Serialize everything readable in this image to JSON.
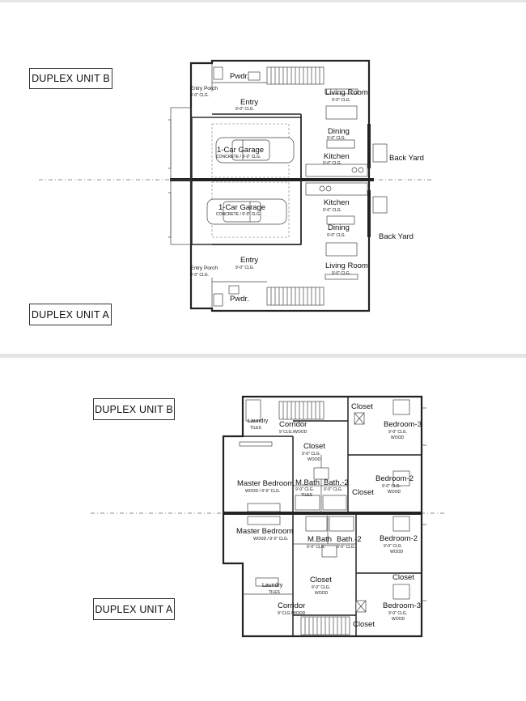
{
  "plan1": {
    "unit_b_label": "DUPLEX UNIT  B",
    "unit_a_label": "DUPLEX UNIT A",
    "unit_b": {
      "pwdr": "Pwdr.",
      "entry_porch": "Entry Porch",
      "entry_porch_clg": "9'-0\" CLG.",
      "entry": "Entry",
      "entry_clg": "9'-0\" CLG.",
      "living_room": "Living Room",
      "living_clg": "9'-0\" CLG.",
      "dining": "Dining",
      "dining_clg": "9'-0\" CLG.",
      "kitchen": "Kitchen",
      "kitchen_clg": "9'-0\" CLG.",
      "garage": "1-Car Garage",
      "garage_clg": "CONCRETE / 9'-0\" CLG.",
      "back_yard": "Back Yard"
    },
    "unit_a": {
      "pwdr": "Pwdr.",
      "entry_porch": "Entry Porch",
      "entry_porch_clg": "9'-0\" CLG.",
      "entry": "Entry",
      "entry_clg": "9'-0\" CLG.",
      "living_room": "Living Room",
      "living_clg": "9'-0\" CLG.",
      "dining": "Dining",
      "dining_clg": "9'-0\" CLG.",
      "kitchen": "Kitchen",
      "kitchen_clg": "9'-0\" CLG.",
      "garage": "1-Car Garage",
      "garage_clg": "CONCRETE / 9'-0\" CLG.",
      "back_yard": "Back Yard"
    }
  },
  "plan2": {
    "unit_b_label": "DUPLEX UNIT  B",
    "unit_a_label": "DUPLEX UNIT  A",
    "unit_b": {
      "laundry": "Laundry",
      "laundry_floor": "TILES",
      "corridor": "Corridor",
      "corridor_clg": "9' CLG./WOOD",
      "closet_top": "Closet",
      "closet_mid": "Closet",
      "closet_mid_clg": "9'-0\" CLG.",
      "closet_mid_floor": "WOOD",
      "closet_right": "Closet",
      "bedroom3": "Bedroom-3",
      "bedroom3_clg": "9'-0\" CLG.",
      "bedroom3_floor": "WOOD",
      "bedroom2": "Bedroom-2",
      "bedroom2_clg": "9'-0\" CLG.",
      "bedroom2_floor": "WOOD",
      "master_bedroom": "Master Bedroom",
      "master_clg": "WOOD / 9'-0\" CLG.",
      "mbath": "M.Bath",
      "mbath_clg": "9'-0\" CLG.",
      "mbath_floor": "TILES",
      "bath2": "Bath.-2",
      "bath2_clg": "9'-0\" CLG."
    },
    "unit_a": {
      "laundry": "Laundry",
      "laundry_floor": "TILES",
      "corridor": "Corridor",
      "corridor_clg": "9' CLG./WOOD",
      "closet_mid": "Closet",
      "closet_mid_clg": "9'-0\" CLG.",
      "closet_mid_floor": "WOOD",
      "closet_right": "Closet",
      "closet_bottom": "Closet",
      "bedroom3": "Bedroom-3",
      "bedroom3_clg": "9'-0\" CLG.",
      "bedroom3_floor": "WOOD",
      "bedroom2": "Bedroom-2",
      "bedroom2_clg": "9'-0\" CLG.",
      "bedroom2_floor": "WOOD",
      "master_bedroom": "Master Bedroom",
      "master_clg": "WOOD / 9'-0\" CLG.",
      "mbath": "M.Bath",
      "mbath_clg": "9'-0\" CLG.",
      "bath2": "Bath.-2",
      "bath2_clg": "9'-0\" CLG."
    }
  }
}
